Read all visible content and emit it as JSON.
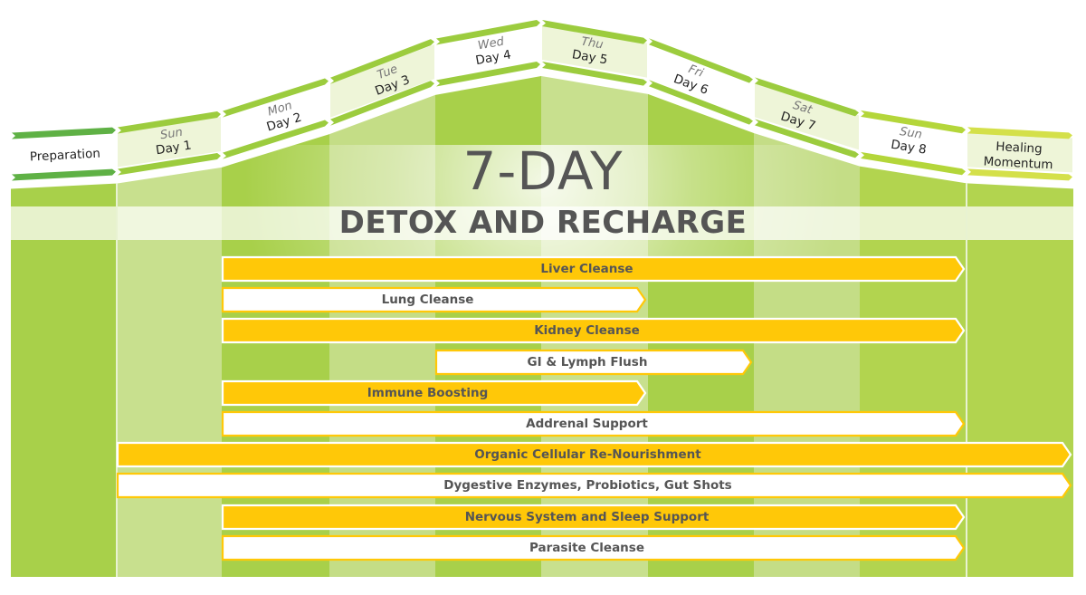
{
  "title": {
    "line1": "7-DAY",
    "line2": "DETOX AND RECHARGE"
  },
  "colors": {
    "green_dark": "#5fb145",
    "green_main": "#9ccc3e",
    "green_light": "#b3d452",
    "green_pale": "#c9e08a",
    "band_pale": "#eef5de",
    "yellow_lime": "#d4e04a",
    "bar_yellow": "#ffc808",
    "bar_white": "#ffffff",
    "text_gray": "#555555",
    "day_gray": "#777777"
  },
  "timeline": [
    {
      "day": "",
      "label": "Preparation"
    },
    {
      "day": "Sun",
      "label": "Day 1"
    },
    {
      "day": "Mon",
      "label": "Day 2"
    },
    {
      "day": "Tue",
      "label": "Day 3"
    },
    {
      "day": "Wed",
      "label": "Day 4"
    },
    {
      "day": "Thu",
      "label": "Day 5"
    },
    {
      "day": "Fri",
      "label": "Day 6"
    },
    {
      "day": "Sat",
      "label": "Day 7"
    },
    {
      "day": "Sun",
      "label": "Day 8"
    },
    {
      "day": "",
      "label": "Healing Momentum"
    }
  ],
  "protocols": [
    {
      "name": "Liver Cleanse",
      "start": 2,
      "end": 8,
      "style": "yellow"
    },
    {
      "name": "Lung Cleanse",
      "start": 2,
      "end": 5,
      "style": "white"
    },
    {
      "name": "Kidney Cleanse",
      "start": 2,
      "end": 8,
      "style": "yellow"
    },
    {
      "name": "GI & Lymph Flush",
      "start": 4,
      "end": 6,
      "style": "white"
    },
    {
      "name": "Immune Boosting",
      "start": 2,
      "end": 5,
      "style": "yellow"
    },
    {
      "name": "Addrenal Support",
      "start": 2,
      "end": 8,
      "style": "white"
    },
    {
      "name": "Organic Cellular Re-Nourishment",
      "start": 1,
      "end": 9,
      "style": "yellow"
    },
    {
      "name": "Dygestive Enzymes, Probiotics, Gut Shots",
      "start": 1,
      "end": 9,
      "style": "white"
    },
    {
      "name": "Nervous System and Sleep Support",
      "start": 2,
      "end": 8,
      "style": "yellow"
    },
    {
      "name": "Parasite Cleanse",
      "start": 2,
      "end": 8,
      "style": "white"
    }
  ]
}
